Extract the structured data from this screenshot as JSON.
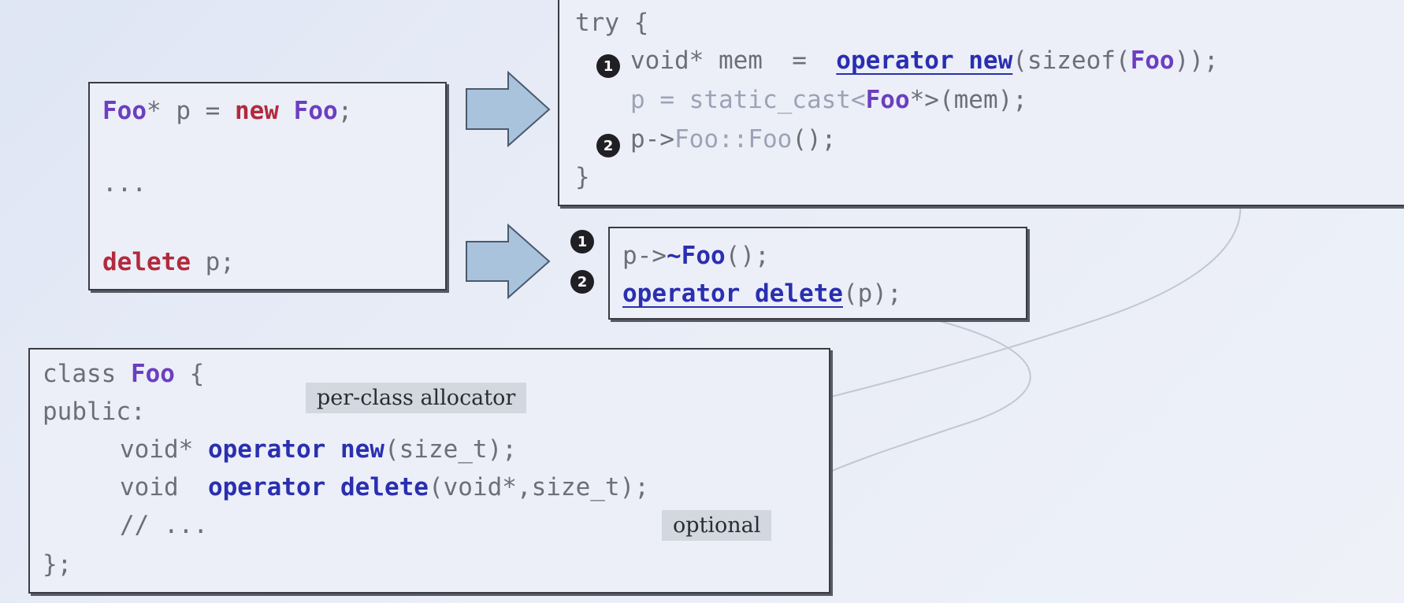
{
  "expression_box": {
    "lines": [
      {
        "type": "Foo",
        "rest1": "* p = ",
        "kw": "new",
        "sp": " ",
        "type2": "Foo",
        "end": ";"
      },
      {
        "text": "..."
      },
      {
        "kw": "delete",
        "rest": " p;"
      }
    ]
  },
  "new_expansion": {
    "line_try": "try {",
    "line1": {
      "pre": "void* mem  =  ",
      "op": "operator new",
      "args_open": "(sizeof(",
      "type": "Foo",
      "args_close": "));"
    },
    "line2": {
      "pre": "p = static_cast<",
      "type": "Foo",
      "post": "*>(mem);"
    },
    "line3": {
      "pre": "p->",
      "ctor": "Foo::Foo",
      "post": "();"
    },
    "line_close": "}"
  },
  "delete_expansion": {
    "line1": {
      "pre": "p->",
      "dtor": "~Foo",
      "post": "();"
    },
    "line2": {
      "op": "operator delete",
      "post": "(p);"
    }
  },
  "class_box": {
    "line1": {
      "pre": "class ",
      "name": "Foo",
      "post": " {"
    },
    "line2": "public:",
    "line3": {
      "pre": "void* ",
      "op": "operator new",
      "post": "(size_t);"
    },
    "line4": {
      "pre": "void  ",
      "op": "operator delete",
      "post": "(void*,size_t);"
    },
    "line5": "// ...",
    "line6": "};"
  },
  "labels": {
    "per_class": "per-class allocator",
    "optional": "optional"
  },
  "step_numbers": {
    "one": "1",
    "two": "2"
  },
  "colors": {
    "keyword_red": "#b22a3c",
    "keyword_blue": "#2a2fb0",
    "type_purple": "#6b3fc0",
    "arrow_fill": "#a9c3dc"
  }
}
